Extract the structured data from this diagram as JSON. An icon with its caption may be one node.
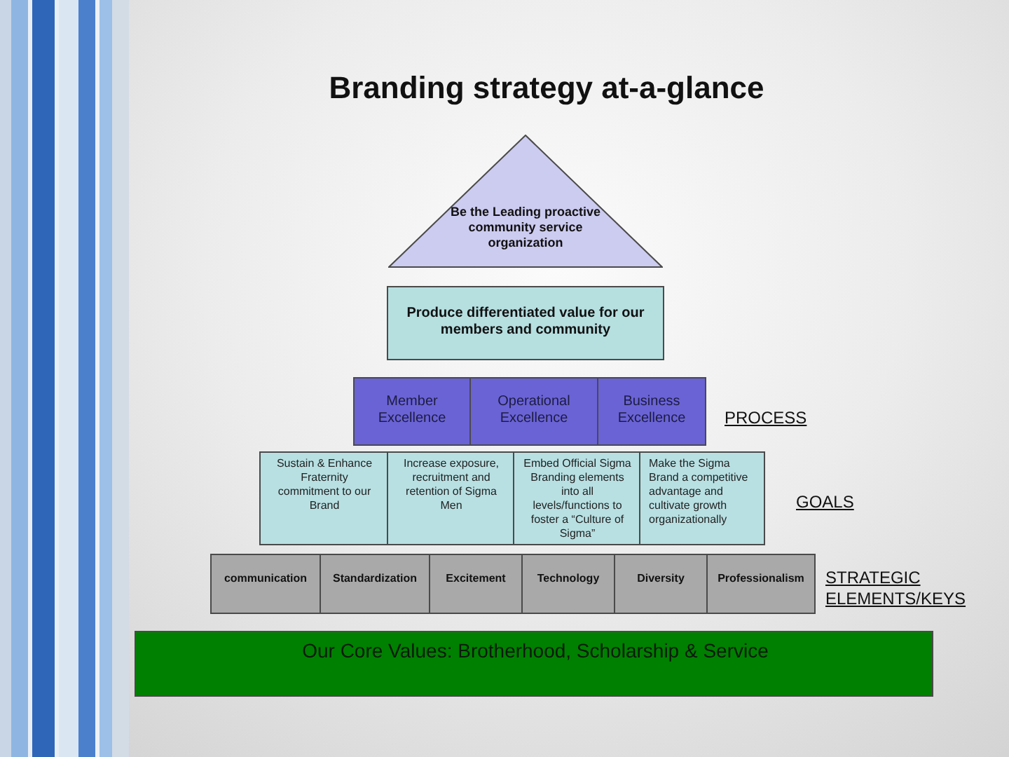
{
  "diagram": {
    "title": "Branding strategy at-a-glance",
    "nodes": [
      {
        "text": [
          "Be the Leading proactive community service organization"
        ]
      },
      {
        "text": [
          "Produce differentiated value for our members and community"
        ]
      },
      {
        "text": [
          "Member Excellence"
        ]
      },
      {
        "text": [
          "Operational Excellence"
        ]
      },
      {
        "text": [
          "Business Excellence"
        ]
      },
      {
        "text": [
          "Sustain & Enhance Fraternity commitment to our Brand"
        ]
      },
      {
        "text": [
          "Increase exposure, recruitment and retention of Sigma Men"
        ]
      },
      {
        "text": [
          "Embed Official Sigma Branding elements into all levels/functions to foster a “Culture of Sigma”"
        ]
      },
      {
        "text": [
          "Make the Sigma Brand a competitive advantage and cultivate growth organizationally"
        ]
      },
      {
        "text": [
          "communication"
        ]
      },
      {
        "text": [
          "Standardization"
        ]
      },
      {
        "text": [
          "Excitement"
        ]
      },
      {
        "text": [
          "Technology"
        ]
      },
      {
        "text": [
          "Diversity"
        ]
      },
      {
        "text": [
          "Professionalism"
        ]
      },
      {
        "text": [
          "Our Core Values: Brotherhood, Scholarship & Service"
        ]
      }
    ],
    "labels": [
      "PROCESS",
      "GOALS",
      "STRATEGIC ELEMENTS/KEYS"
    ]
  }
}
